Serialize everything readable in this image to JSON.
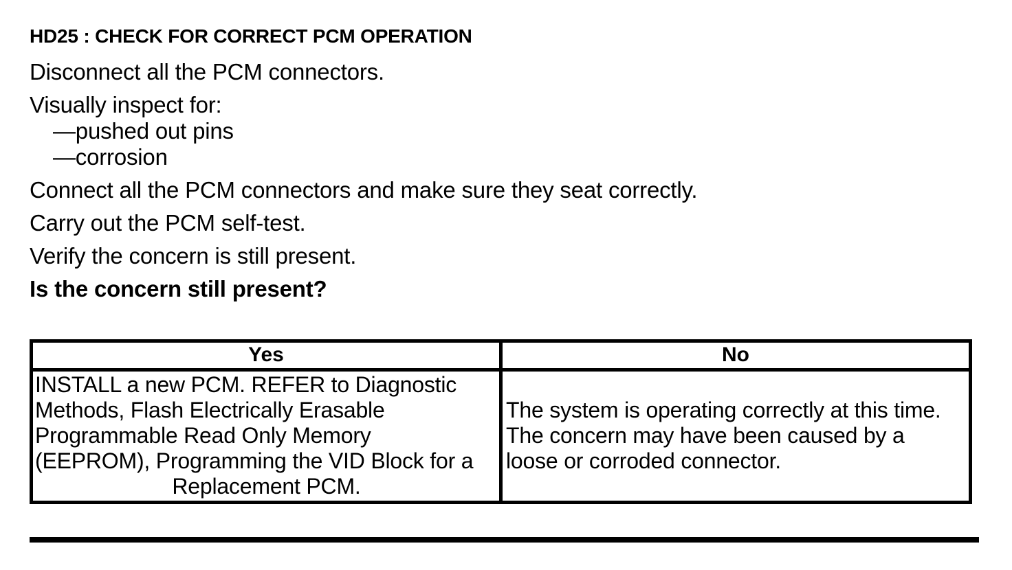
{
  "colors": {
    "text": "#000000",
    "background": "#ffffff",
    "table_border": "#000000"
  },
  "procedure": {
    "title": "HD25 : CHECK FOR CORRECT PCM OPERATION",
    "steps": {
      "disconnect": "Disconnect all the PCM connectors.",
      "inspect": "Visually inspect for:",
      "connect": "Connect all the PCM connectors and make sure they seat correctly.",
      "self_test": "Carry out the PCM self-test.",
      "verify": "Verify the concern is still present."
    },
    "inspect_items": [
      "—pushed out pins",
      "—corrosion"
    ],
    "question": "Is the concern still present?"
  },
  "results_table": {
    "yes": {
      "header": "Yes",
      "lines": [
        "INSTALL a new PCM. REFER to Diagnostic",
        "Methods, Flash Electrically Erasable",
        "Programmable Read Only Memory",
        "(EEPROM), Programming the VID Block for a"
      ],
      "last_line": "Replacement PCM."
    },
    "no": {
      "header": "No",
      "lines": [
        "The system is operating correctly at this time.",
        "The concern may have been caused by a",
        "loose or corroded connector."
      ]
    }
  }
}
